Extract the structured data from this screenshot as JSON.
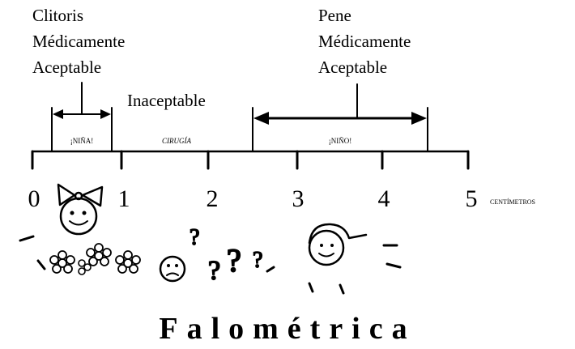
{
  "labels": {
    "clitoris": [
      "Clitoris",
      "Médicamente",
      "Aceptable"
    ],
    "pene": [
      "Pene",
      "Médicamente",
      "Aceptable"
    ],
    "inaceptable": "Inaceptable"
  },
  "zones": {
    "nina": "¡NIÑA!",
    "cirugia": "CIRUGÍA",
    "nino": "¡NIÑO!"
  },
  "axis": {
    "ticks": [
      "0",
      "1",
      "2",
      "3",
      "4",
      "5"
    ],
    "unit": "CENTÍMETROS"
  },
  "doodles": {
    "question_marks": [
      "?",
      "?",
      "?",
      "?"
    ]
  },
  "title": "Falométrica"
}
